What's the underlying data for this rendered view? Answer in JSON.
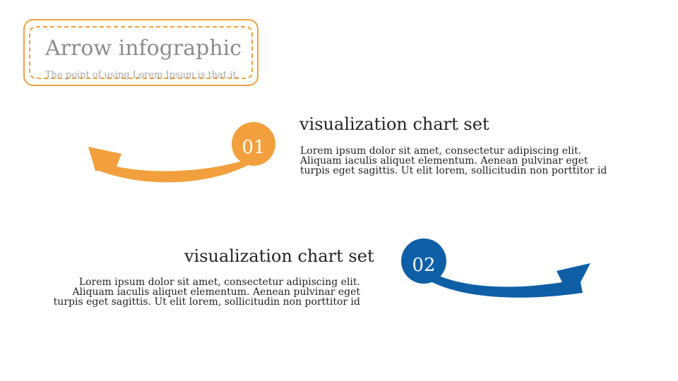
{
  "header": {
    "title": "Arrow infographic",
    "subtitle": "The point of using Lorem Ipsum is that it."
  },
  "items": [
    {
      "number": "01",
      "heading": "visualization chart set",
      "body": "Lorem ipsum dolor sit amet, consectetur adipiscing elit. Aliquam iaculis aliquet elementum. Aenean pulvinar eget turpis eget sagittis. Ut elit lorem, sollicitudin non porttitor id",
      "color": "#f2a03d",
      "arrow_icon": "curved-arrow-left-icon"
    },
    {
      "number": "02",
      "heading": "visualization chart set",
      "body": "Lorem ipsum dolor sit amet, consectetur adipiscing elit. Aliquam iaculis aliquet elementum. Aenean pulvinar eget turpis eget sagittis. Ut elit lorem, sollicitudin non porttitor id",
      "color": "#0f5fa6",
      "arrow_icon": "curved-arrow-right-icon"
    }
  ],
  "colors": {
    "accent_orange": "#f2a03d",
    "accent_blue": "#0f5fa6",
    "heading_text": "#222222",
    "title_gray": "#8c8c8c"
  }
}
